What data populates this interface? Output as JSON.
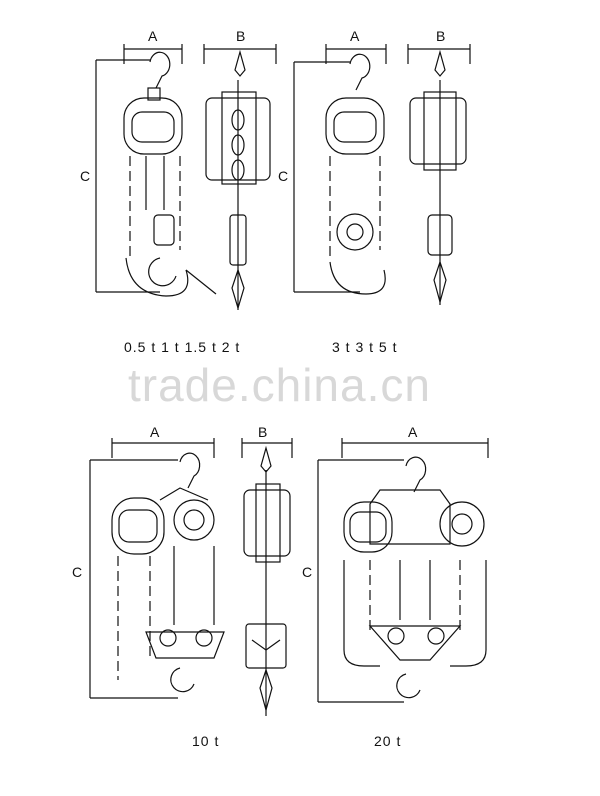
{
  "dimension_labels": {
    "a": "A",
    "b": "B",
    "c": "C"
  },
  "captions": {
    "top_left": "0.5 t 1 t 1.5 t 2 t",
    "top_right": "3 t 3 t 5 t",
    "bottom_left": "10 t",
    "bottom_right": "20 t"
  },
  "watermark": "trade.china.cn"
}
